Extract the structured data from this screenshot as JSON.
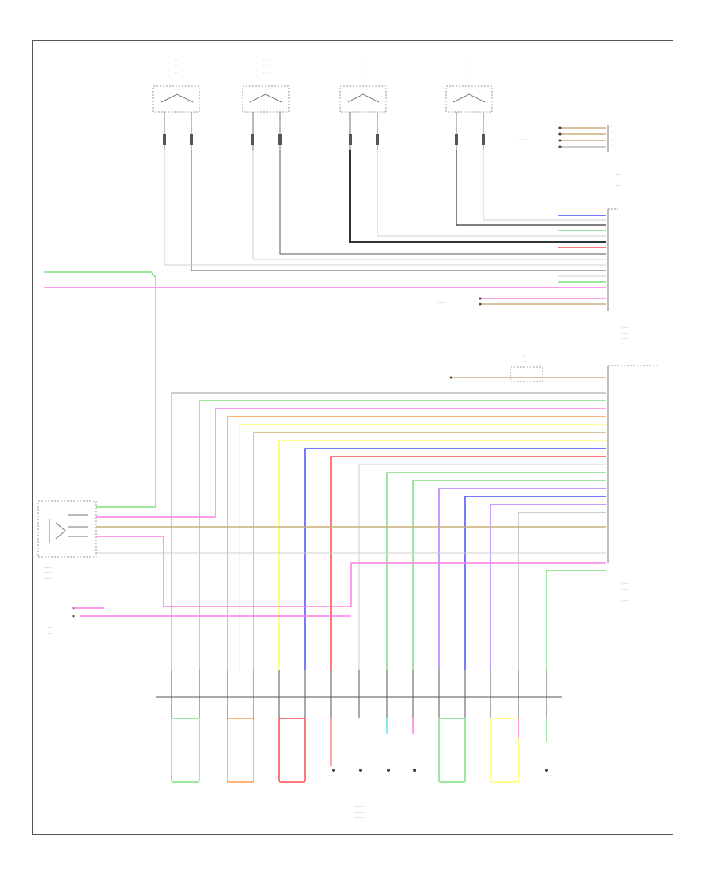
{
  "diagram_code": "",
  "sensors": [
    {
      "id": "s1",
      "label": ""
    },
    {
      "id": "s2",
      "label": ""
    },
    {
      "id": "s3",
      "label": ""
    },
    {
      "id": "s4",
      "label": ""
    }
  ],
  "modules": [
    {
      "id": "upper-right",
      "label": ""
    },
    {
      "id": "middle-right",
      "label": ""
    },
    {
      "id": "right-lower",
      "label": ""
    },
    {
      "id": "left-switch",
      "label": ""
    },
    {
      "id": "left-lower",
      "label": ""
    },
    {
      "id": "bottom",
      "label": ""
    }
  ],
  "colors": {
    "frame": "#555555",
    "black": "#333333",
    "gray": "#9a9a9a",
    "light": "#cfcfcf",
    "green": "#7fe07f",
    "pink": "#ff7fe8",
    "blue": "#4a4aff",
    "red": "#ff4a4a",
    "yellow": "#ffff66",
    "orange": "#ff9a4a",
    "tan": "#c8b27a",
    "violet": "#b07fff",
    "cyan": "#66e0e0"
  }
}
